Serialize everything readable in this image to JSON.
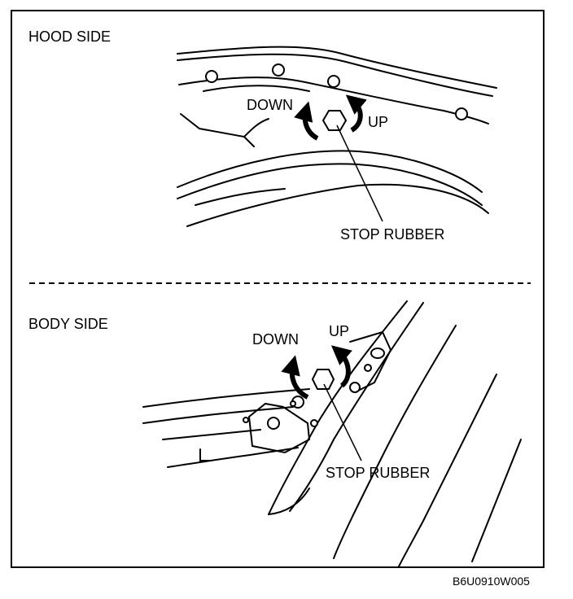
{
  "diagram": {
    "hood_side": {
      "title": "HOOD SIDE",
      "down_label": "DOWN",
      "up_label": "UP",
      "stop_rubber_label": "STOP RUBBER"
    },
    "body_side": {
      "title": "BODY SIDE",
      "down_label": "DOWN",
      "up_label": "UP",
      "stop_rubber_label": "STOP RUBBER"
    },
    "figure_code": "B6U0910W005"
  }
}
